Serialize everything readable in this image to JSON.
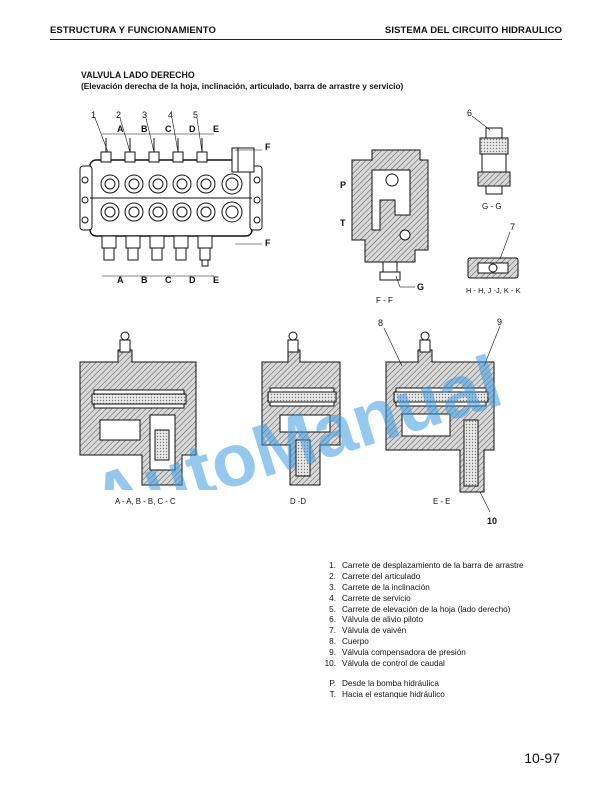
{
  "header": {
    "left": "ESTRUCTURA Y FUNCIONAMIENTO",
    "right": "SISTEMA DEL CIRCUITO HIDRAULICO"
  },
  "title": "VALVULA LADO DERECHO",
  "subtitle": "(Elevación derecha de la hoja, inclinación, articulado, barra de arrastre y servicio)",
  "figure": {
    "top_callouts": [
      "1",
      "2",
      "3",
      "4",
      "5",
      "6",
      "7"
    ],
    "section_letters_top": [
      "A",
      "B",
      "C",
      "D",
      "E",
      "F"
    ],
    "section_letters_bottom": [
      "A",
      "B",
      "C",
      "D",
      "E"
    ],
    "port_labels": [
      "P",
      "T",
      "G"
    ],
    "views": {
      "ff": "F - F",
      "gg": "G - G",
      "hk": "H - H, J -J, K - K",
      "abc": "A - A, B - B, C - C",
      "dd": "D -D",
      "ee": "E - E"
    },
    "lower_callouts": [
      "8",
      "9",
      "10"
    ]
  },
  "watermark": "AutoManual",
  "legend": {
    "items": [
      {
        "num": "1.",
        "text": "Carrete de desplazamiento de la barra de arrastre"
      },
      {
        "num": "2.",
        "text": "Carrete del articulado"
      },
      {
        "num": "3.",
        "text": "Carrete de la inclinación"
      },
      {
        "num": "4.",
        "text": "Carrete de servicio"
      },
      {
        "num": "5.",
        "text": "Carrete de elevación de la hoja (lado derecho)"
      },
      {
        "num": "6.",
        "text": "Válvula de alivio piloto"
      },
      {
        "num": "7.",
        "text": "Válvula de vaivén"
      },
      {
        "num": "8.",
        "text": "Cuerpo"
      },
      {
        "num": "9.",
        "text": "Válvula compensadora de presión"
      },
      {
        "num": "10.",
        "text": "Válvula de control de caudal"
      }
    ],
    "ports": [
      {
        "num": "P.",
        "text": "Desde la bomba hidráulica"
      },
      {
        "num": "T.",
        "text": "Hacia el estanque hidráulico"
      }
    ]
  },
  "page_number": "10-97"
}
